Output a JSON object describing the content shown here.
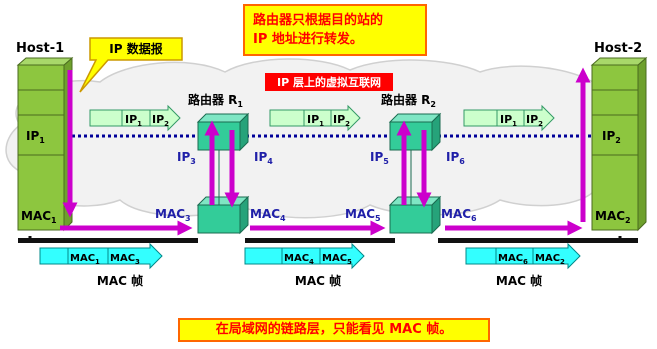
{
  "note_top": {
    "line1": "路由器只根据目的站的",
    "line2": "IP 地址进行转发。"
  },
  "note_bottom": "在局域网的链路层，只能看见 MAC 帧。",
  "virtual_net_label": "IP 层上的虚拟互联网",
  "datagram_label": "IP 数据报",
  "hosts": {
    "host1": {
      "name": "Host-1",
      "ip": "IP",
      "ip_sub": "1",
      "mac": "MAC",
      "mac_sub": "1"
    },
    "host2": {
      "name": "Host-2",
      "ip": "IP",
      "ip_sub": "2",
      "mac": "MAC",
      "mac_sub": "2"
    }
  },
  "routers": {
    "r1": {
      "name": "路由器 R",
      "sub": "1",
      "ip_left": "IP",
      "ip_left_sub": "3",
      "ip_right": "IP",
      "ip_right_sub": "4",
      "mac_left": "MAC",
      "mac_left_sub": "3",
      "mac_right": "MAC",
      "mac_right_sub": "4"
    },
    "r2": {
      "name": "路由器 R",
      "sub": "2",
      "ip_left": "IP",
      "ip_left_sub": "5",
      "ip_right": "IP",
      "ip_right_sub": "6",
      "mac_left": "MAC",
      "mac_left_sub": "5",
      "mac_right": "MAC",
      "mac_right_sub": "6"
    }
  },
  "ip_packet": {
    "src": "IP",
    "src_sub": "1",
    "dst": "IP",
    "dst_sub": "2"
  },
  "mac_frames": [
    {
      "src": "MAC",
      "src_sub": "1",
      "dst": "MAC",
      "dst_sub": "3",
      "label": "MAC 帧"
    },
    {
      "src": "MAC",
      "src_sub": "4",
      "dst": "MAC",
      "dst_sub": "5",
      "label": "MAC 帧"
    },
    {
      "src": "MAC",
      "src_sub": "6",
      "dst": "MAC",
      "dst_sub": "2",
      "label": "MAC 帧"
    }
  ],
  "colors": {
    "cloud": "#f2f2f2",
    "host_green": "#8dc63f",
    "router_green": "#33cc99",
    "packet_green": "#ccffcc",
    "frame_cyan": "#33ffff",
    "arrow_magenta": "#cc00cc",
    "label_blue": "#1f1fa8",
    "dotted_blue": "#000099",
    "note_yellow": "#ffff00",
    "note_red": "#ff0000"
  }
}
